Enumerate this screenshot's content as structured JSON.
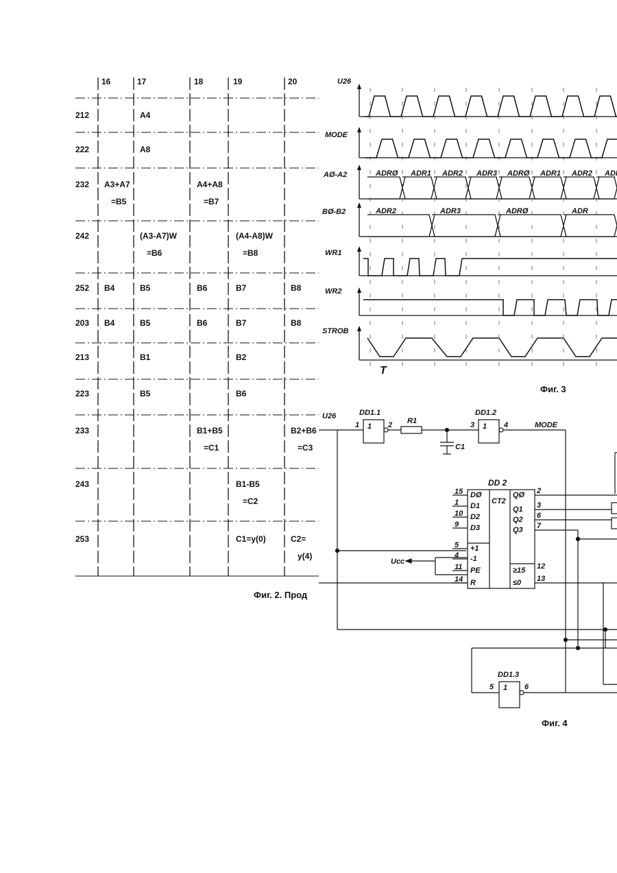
{
  "fig2": {
    "caption": "Фиг. 2. Прод",
    "columns": [
      "16",
      "17",
      "18",
      "19",
      "20"
    ],
    "rows": [
      {
        "label": "212",
        "cells": [
          "",
          "A4",
          "",
          "",
          ""
        ],
        "sub": [
          "",
          "",
          "",
          "",
          ""
        ]
      },
      {
        "label": "222",
        "cells": [
          "",
          "A8",
          "",
          "",
          ""
        ],
        "sub": [
          "",
          "",
          "",
          "",
          ""
        ]
      },
      {
        "label": "232",
        "cells": [
          "A3+A7",
          "",
          "A4+A8",
          "",
          ""
        ],
        "sub": [
          "=B5",
          "",
          "=B7",
          "",
          ""
        ]
      },
      {
        "label": "242",
        "cells": [
          "",
          "(A3-A7)W",
          "",
          "(A4-A8)W",
          ""
        ],
        "sub": [
          "",
          "=B6",
          "",
          "=B8",
          ""
        ]
      },
      {
        "label": "252",
        "cells": [
          "B4",
          "B5",
          "B6",
          "B7",
          "B8"
        ],
        "sub": [
          "",
          "",
          "",
          "",
          ""
        ]
      },
      {
        "label": "203",
        "cells": [
          "B4",
          "B5",
          "B6",
          "B7",
          "B8"
        ],
        "sub": [
          "",
          "",
          "",
          "",
          ""
        ]
      },
      {
        "label": "213",
        "cells": [
          "",
          "B1",
          "",
          "B2",
          ""
        ],
        "sub": [
          "",
          "",
          "",
          "",
          ""
        ]
      },
      {
        "label": "223",
        "cells": [
          "",
          "B5",
          "",
          "B6",
          ""
        ],
        "sub": [
          "",
          "",
          "",
          "",
          ""
        ]
      },
      {
        "label": "233",
        "cells": [
          "",
          "",
          "B1+B5",
          "",
          "B2+B6"
        ],
        "sub": [
          "",
          "",
          "=C1",
          "",
          "=C3"
        ]
      },
      {
        "label": "243",
        "cells": [
          "",
          "",
          "",
          "B1-B5",
          ""
        ],
        "sub": [
          "",
          "",
          "",
          "=C2",
          ""
        ]
      },
      {
        "label": "253",
        "cells": [
          "",
          "",
          "",
          "C1=y(0)",
          "C2="
        ],
        "sub": [
          "",
          "",
          "",
          "",
          "y(4)"
        ]
      }
    ]
  },
  "fig3": {
    "caption": "Фиг. 3",
    "signals": [
      "U26",
      "MODE",
      "AØ-A2",
      "BØ-B2",
      "WR1",
      "WR2",
      "STROB"
    ],
    "a_bus": [
      "ADRØ",
      "ADR1",
      "ADR2",
      "ADR3",
      "ADRØ",
      "ADR1",
      "ADR2",
      "ADR"
    ],
    "b_bus": [
      "ADR2",
      "ADR3",
      "ADRØ",
      "ADR"
    ],
    "period_label": "T"
  },
  "fig4": {
    "caption": "Фиг. 4",
    "input_label": "U26",
    "output_label": "MODE",
    "ucc_label": "Ucc",
    "components": {
      "dd1_1": "DD1.1",
      "dd1_2": "DD1.2",
      "dd1_3": "DD1.3",
      "r1": "R1",
      "c1": "C1",
      "dd2": "DD 2",
      "counter": "CT2",
      "inverter": "1"
    },
    "dd2_left_pins": [
      {
        "num": "15",
        "name": "DØ"
      },
      {
        "num": "1",
        "name": "D1"
      },
      {
        "num": "10",
        "name": "D2"
      },
      {
        "num": "9",
        "name": "D3"
      },
      {
        "num": "5",
        "name": "+1"
      },
      {
        "num": "4",
        "name": "-1"
      },
      {
        "num": "11",
        "name": "PE"
      },
      {
        "num": "14",
        "name": "R"
      }
    ],
    "dd2_right_pins": [
      {
        "num": "2",
        "name": "QØ"
      },
      {
        "num": "3",
        "name": "Q1"
      },
      {
        "num": "6",
        "name": "Q2"
      },
      {
        "num": "7",
        "name": "Q3"
      },
      {
        "num": "12",
        "name": "≥15"
      },
      {
        "num": "13",
        "name": "≤0"
      }
    ],
    "gate_pins": {
      "dd1_1_in": "1",
      "dd1_1_out": "2",
      "dd1_2_in": "3",
      "dd1_2_out": "4",
      "dd1_3_in": "5",
      "dd1_3_out": "6"
    }
  }
}
